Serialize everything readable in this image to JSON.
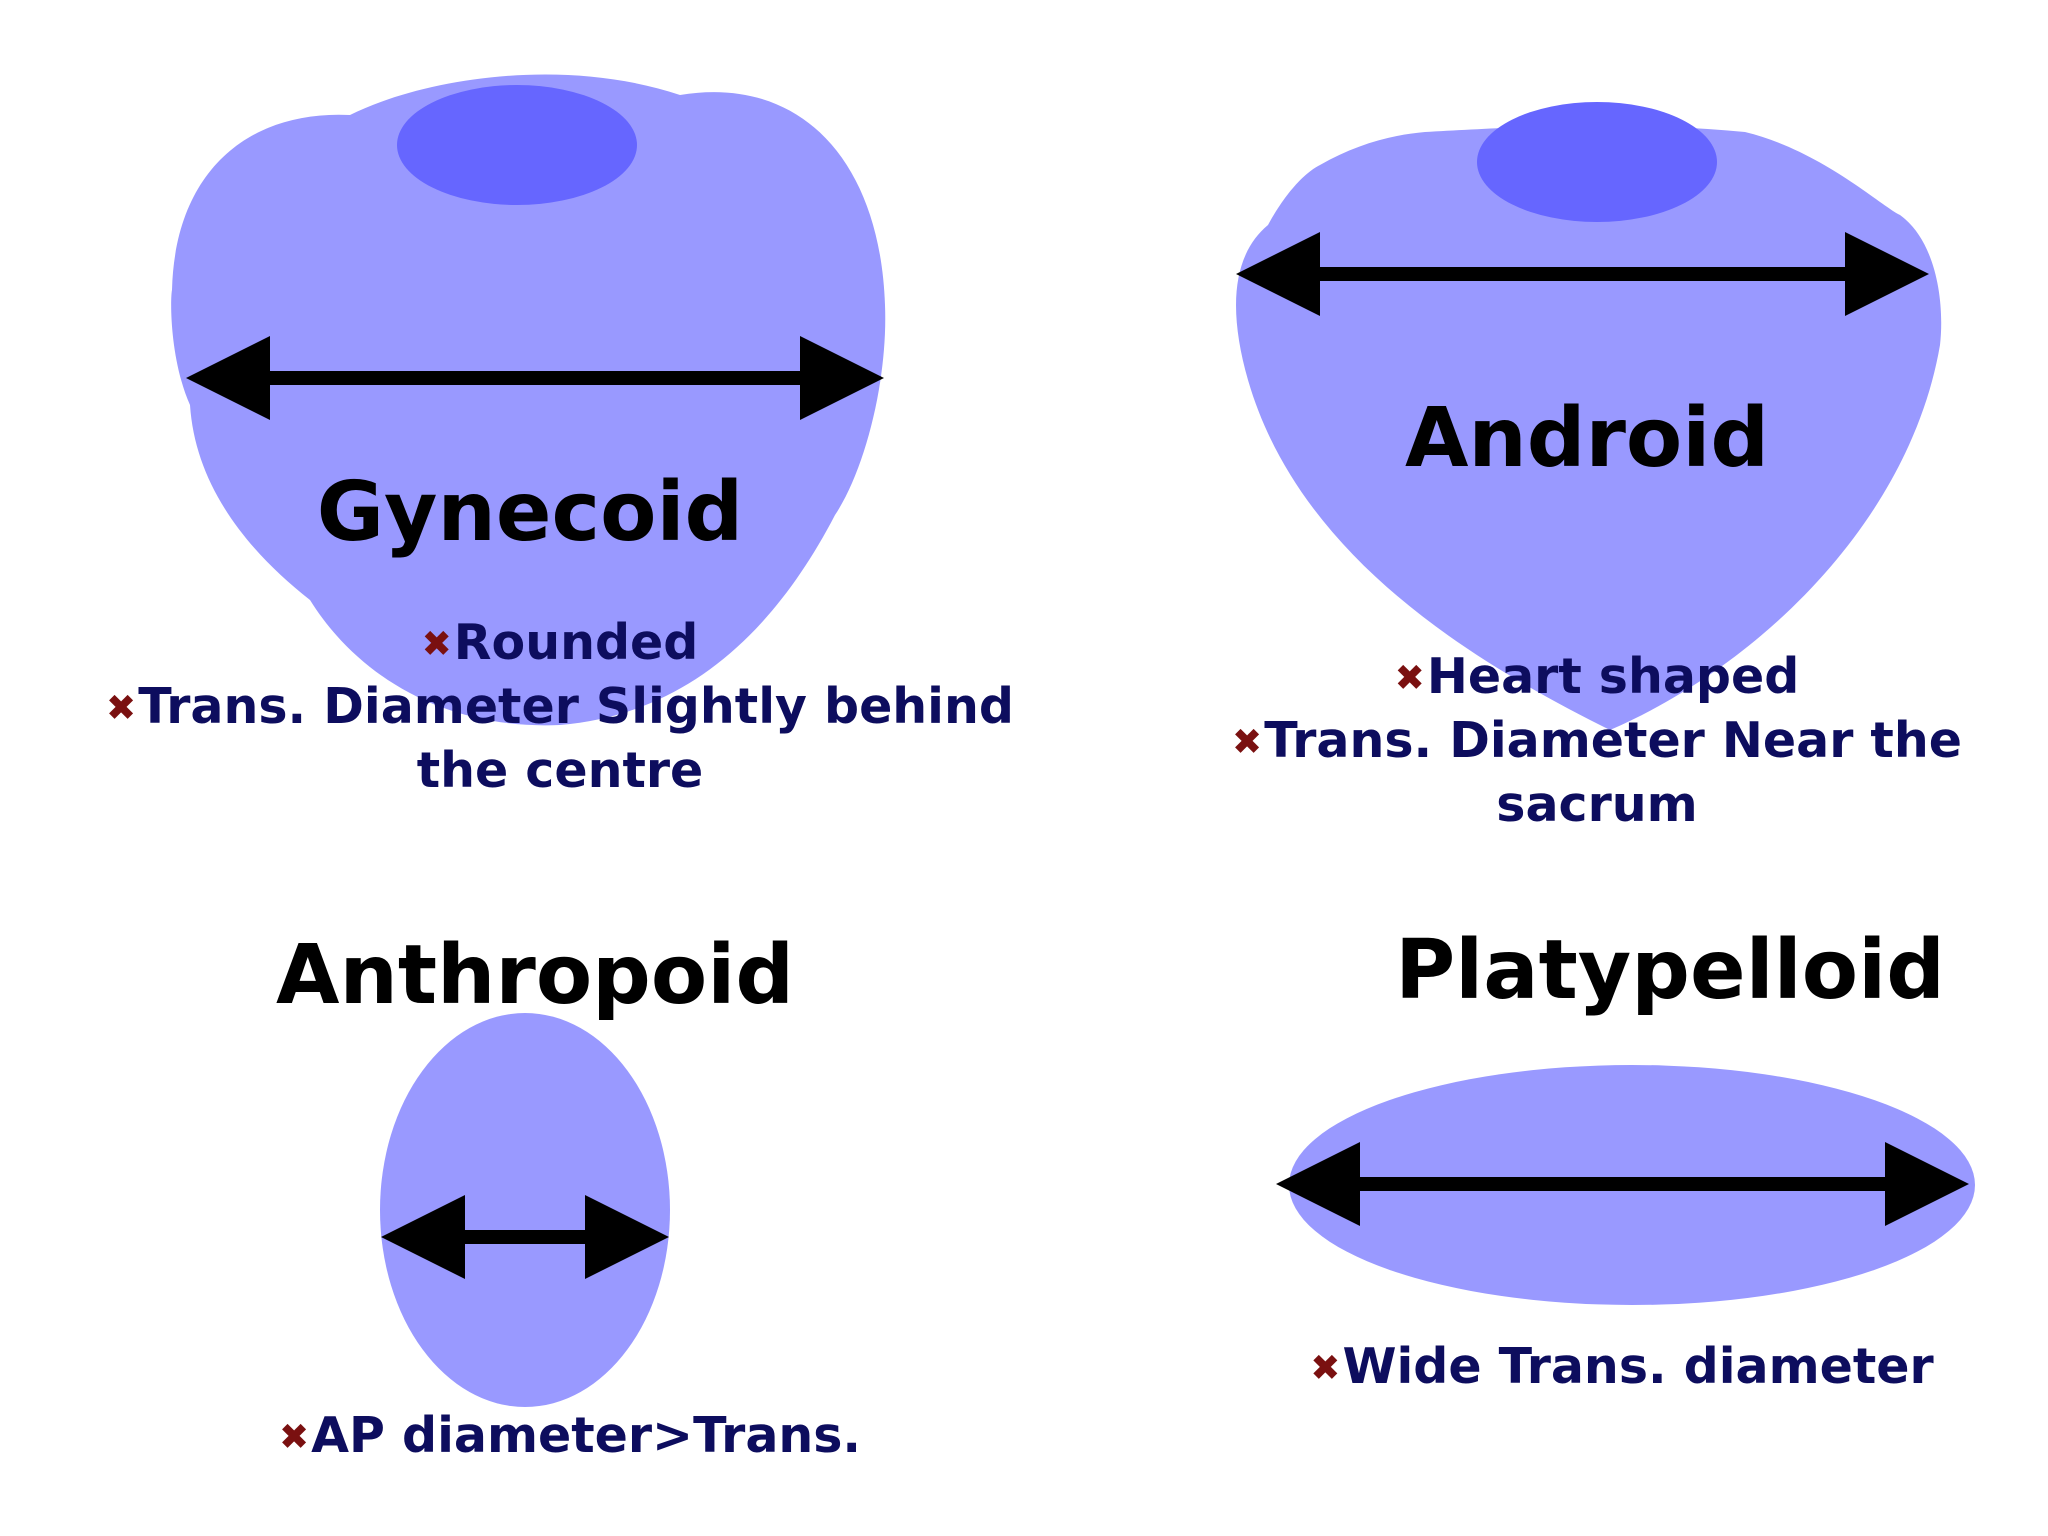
{
  "colors": {
    "shape_fill": "#9999ff",
    "inlet_fill": "#6666ff",
    "arrow": "#000000",
    "title_text": "#000000",
    "bullet_text": "#0d0d5e",
    "bullet_marker": "#7a1010"
  },
  "bullet_marker_icon": "x-mark-icon",
  "gynecoid": {
    "title": "Gynecoid",
    "bullets": [
      "Rounded",
      "Trans. Diameter Slightly behind",
      "the centre"
    ]
  },
  "android": {
    "title": "Android",
    "bullets": [
      "Heart shaped",
      "Trans. Diameter Near the",
      "sacrum"
    ]
  },
  "anthropoid": {
    "title": "Anthropoid",
    "bullets": [
      "AP diameter>Trans."
    ]
  },
  "platypelloid": {
    "title": "Platypelloid",
    "bullets": [
      "Wide Trans. diameter"
    ]
  }
}
